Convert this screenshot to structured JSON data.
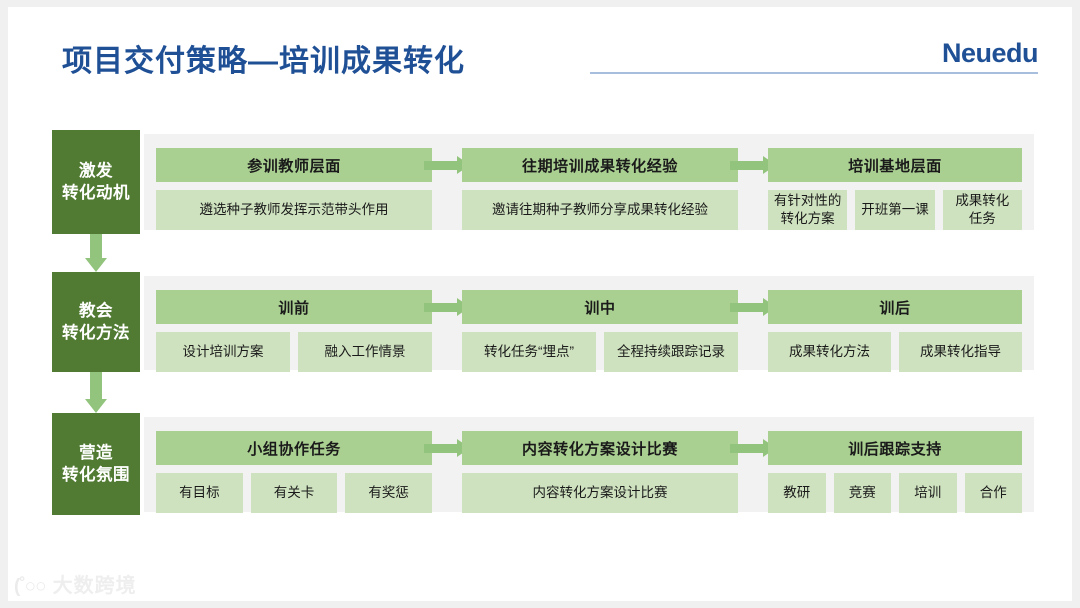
{
  "header": {
    "title": "项目交付策略—培训成果转化",
    "brand": "Neuedu",
    "title_color": "#1f5096",
    "rule_color": "#a8bedd"
  },
  "theme": {
    "label_green": "#517b32",
    "head_green": "#a9cf91",
    "cell_green": "#cfe2bf",
    "arrow_green": "#92c47d",
    "panel_gray": "#f2f2f2"
  },
  "watermark": {
    "glyph": "(˚○○",
    "text": "大数跨境"
  },
  "diagram": {
    "rows": [
      {
        "label": "激发\n转化动机",
        "label_line1": "激发",
        "label_line2": "转化动机",
        "columns": [
          {
            "head": "参训教师层面",
            "cells": [
              "遴选种子教师发挥示范带头作用"
            ]
          },
          {
            "head": "往期培训成果转化经验",
            "cells": [
              "邀请往期种子教师分享成果转化经验"
            ]
          },
          {
            "head": "培训基地层面",
            "cells": [
              "有针对性的\n转化方案",
              "开班第一课",
              "成果转化\n任务"
            ]
          }
        ]
      },
      {
        "label": "教会\n转化方法",
        "label_line1": "教会",
        "label_line2": "转化方法",
        "columns": [
          {
            "head": "训前",
            "cells": [
              "设计培训方案",
              "融入工作情景"
            ]
          },
          {
            "head": "训中",
            "cells": [
              "转化任务“埋点”",
              "全程持续跟踪记录"
            ]
          },
          {
            "head": "训后",
            "cells": [
              "成果转化方法",
              "成果转化指导"
            ]
          }
        ]
      },
      {
        "label": "营造\n转化氛围",
        "label_line1": "营造",
        "label_line2": "转化氛围",
        "columns": [
          {
            "head": "小组协作任务",
            "cells": [
              "有目标",
              "有关卡",
              "有奖惩"
            ]
          },
          {
            "head": "内容转化方案设计比赛",
            "cells": [
              "内容转化方案设计比赛"
            ]
          },
          {
            "head": "训后跟踪支持",
            "cells": [
              "教研",
              "竞赛",
              "培训",
              "合作"
            ]
          }
        ]
      }
    ]
  }
}
